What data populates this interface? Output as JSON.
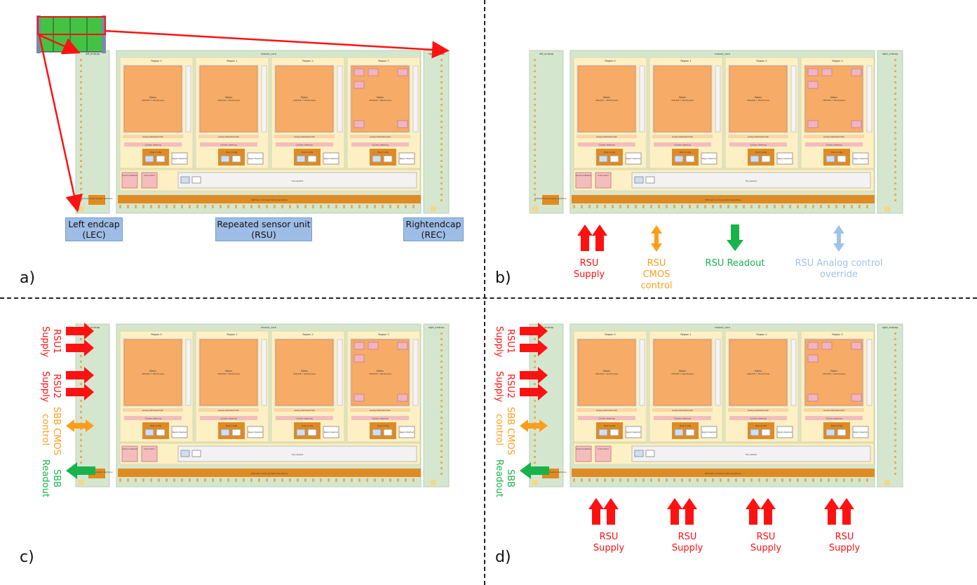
{
  "chip": {
    "lec_title": "left_endcap",
    "rec_title": "right_endcap",
    "main_title": "mosaic_core",
    "regions": [
      "Region 0",
      "Region 1",
      "Region 2",
      "Region 3"
    ],
    "matrix": "Matrix",
    "matrix_sub": "256x256 = 18x18 pixels",
    "analog_dac": "analog distributed DAC",
    "column_steering": "Column steering",
    "pixel_config": "Pixel Config",
    "region_readout": "Region Readout",
    "buffer_row": "Buffer row",
    "control_interface": "Control Interface",
    "unit_control": "Unit Control",
    "top_readout": "Top readout",
    "stitched_backbone": "Stitched communication backbone",
    "stitched_backbone_short": "Stitched communication backbone",
    "mini_reg": "Registers",
    "mini_gen": "Gen."
  },
  "panel_a": {
    "label": "a)",
    "lec_label": [
      "Left endcap",
      "(LEC)"
    ],
    "rsu_label": [
      "Repeated sensor unit",
      "(RSU)"
    ],
    "rec_label": [
      "Rightendcap",
      "(REC)"
    ]
  },
  "panel_b": {
    "label": "b)",
    "rsu_supply": [
      "RSU",
      "Supply"
    ],
    "rsu_cmos": [
      "RSU",
      "CMOS",
      "control"
    ],
    "rsu_readout": "RSU Readout",
    "rsu_analog": [
      "RSU Analog control",
      "override"
    ]
  },
  "panel_c": {
    "label": "c)",
    "rsu1_supply": [
      "RSU1",
      "Supply"
    ],
    "rsu2_supply": [
      "RSU2",
      "Supply"
    ],
    "sbb_cmos": [
      "SBB CMOS",
      "control"
    ],
    "sbb_readout": [
      "SBB",
      "Readout"
    ]
  },
  "panel_d": {
    "label": "d)",
    "rsu1_supply": [
      "RSU1",
      "Supply"
    ],
    "rsu2_supply": [
      "RSU2",
      "Supply"
    ],
    "sbb_cmos": [
      "SBB CMOS",
      "control"
    ],
    "sbb_readout": [
      "SBB",
      "Readout"
    ],
    "rsu_supply_bottom": [
      [
        "RSU",
        "Supply"
      ],
      [
        "RSU",
        "Supply"
      ],
      [
        "RSU",
        "Supply"
      ],
      [
        "RSU",
        "Supply"
      ]
    ]
  },
  "colors": {
    "red": "#ff1111",
    "orange": "#ff9d1b",
    "green": "#18b34a",
    "light_blue": "#9dc3e8",
    "chip_green": "#d5e6cf",
    "region_cream": "#fdf0c4",
    "matrix_orange": "#f6ab66",
    "backbone_orange": "#e08b22",
    "box_blue": "#9dbde6"
  }
}
